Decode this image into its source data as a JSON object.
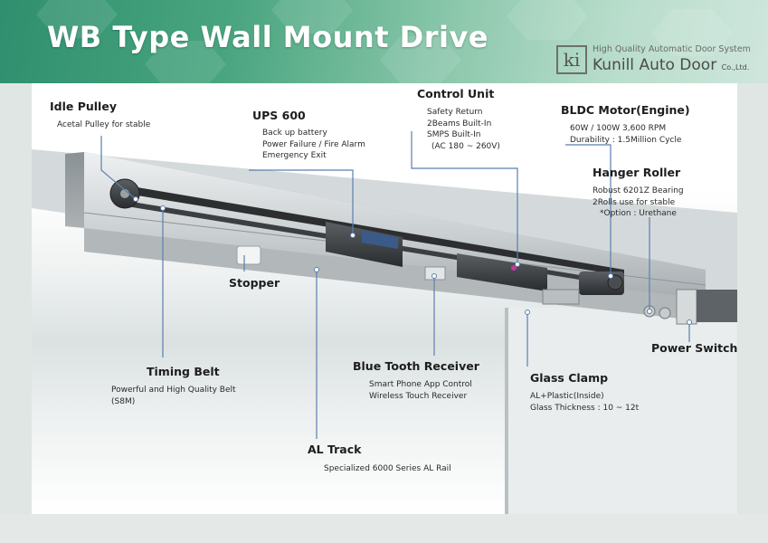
{
  "header": {
    "title": "WB Type Wall Mount Drive",
    "logo_mark": "ki",
    "tagline": "High Quality Automatic Door System",
    "brand_name": "Kunill",
    "brand_sub": "Auto Door",
    "brand_suffix": "Co.,Ltd."
  },
  "labels": {
    "idle_pulley": {
      "title": "Idle Pulley",
      "lines": [
        "Acetal Pulley for stable"
      ]
    },
    "ups": {
      "title": "UPS 600",
      "lines": [
        "Back up battery",
        "Power Failure / Fire Alarm",
        "Emergency Exit"
      ]
    },
    "control_unit": {
      "title": "Control Unit",
      "lines": [
        "Safety Return",
        "2Beams Built-In",
        "SMPS Built-In",
        "(AC 180 ~ 260V)"
      ]
    },
    "bldc_motor": {
      "title": "BLDC Motor(Engine)",
      "lines": [
        "60W / 100W 3,600 RPM",
        "Durability : 1.5Million Cycle"
      ]
    },
    "hanger_roller": {
      "title": "Hanger Roller",
      "lines": [
        "Robust 6201Z Bearing",
        "2Rolls use for stable",
        "*Option : Urethane"
      ]
    },
    "stopper": {
      "title": "Stopper"
    },
    "power_switch": {
      "title": "Power Switch"
    },
    "timing_belt": {
      "title": "Timing Belt",
      "lines": [
        "Powerful and High Quality Belt",
        "(S8M)"
      ]
    },
    "bluetooth": {
      "title": "Blue Tooth Receiver",
      "lines": [
        "Smart Phone App Control",
        "Wireless Touch Receiver"
      ]
    },
    "glass_clamp": {
      "title": "Glass Clamp",
      "lines": [
        "AL+Plastic(Inside)",
        "Glass Thickness : 10 ~ 12t"
      ]
    },
    "al_track": {
      "title": "AL Track",
      "lines": [
        "Specialized 6000 Series AL Rail"
      ]
    }
  },
  "colors": {
    "header_green": "#2f8f6e",
    "callout_line": "#5b7fae",
    "rail_aluminium": "#c9ced0",
    "motor_dark": "#3a3d40",
    "accent_magenta": "#c03a9a"
  }
}
